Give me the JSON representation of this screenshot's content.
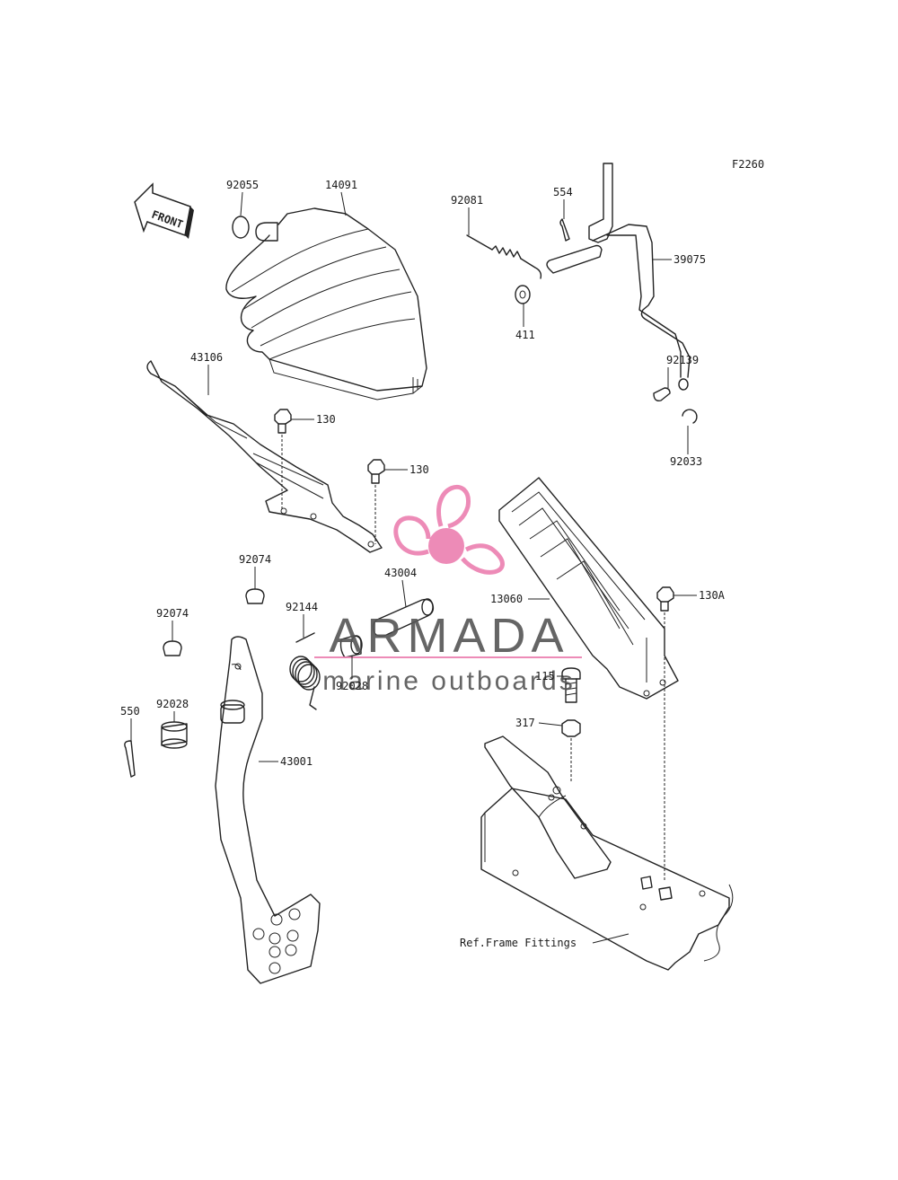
{
  "diagram_code": "F2260",
  "front_label": "FRONT",
  "watermark": {
    "brand": "ARMADA",
    "tagline": "marine outboards",
    "brand_color": "#ec7fb0",
    "text_color": "#555555"
  },
  "callouts": [
    {
      "id": "92055",
      "text": "92055"
    },
    {
      "id": "14091",
      "text": "14091"
    },
    {
      "id": "92081",
      "text": "92081"
    },
    {
      "id": "554",
      "text": "554"
    },
    {
      "id": "39075",
      "text": "39075"
    },
    {
      "id": "411",
      "text": "411"
    },
    {
      "id": "43106",
      "text": "43106"
    },
    {
      "id": "130a",
      "text": "130"
    },
    {
      "id": "130b",
      "text": "130"
    },
    {
      "id": "92139",
      "text": "92139"
    },
    {
      "id": "92033",
      "text": "92033"
    },
    {
      "id": "92074a",
      "text": "92074"
    },
    {
      "id": "43004",
      "text": "43004"
    },
    {
      "id": "13060",
      "text": "13060"
    },
    {
      "id": "130A",
      "text": "130A"
    },
    {
      "id": "92144",
      "text": "92144"
    },
    {
      "id": "92074b",
      "text": "92074"
    },
    {
      "id": "92028a",
      "text": "92028"
    },
    {
      "id": "115",
      "text": "115"
    },
    {
      "id": "550",
      "text": "550"
    },
    {
      "id": "92028b",
      "text": "92028"
    },
    {
      "id": "317",
      "text": "317"
    },
    {
      "id": "43001",
      "text": "43001"
    },
    {
      "id": "ref",
      "text": "Ref.Frame Fittings"
    }
  ]
}
